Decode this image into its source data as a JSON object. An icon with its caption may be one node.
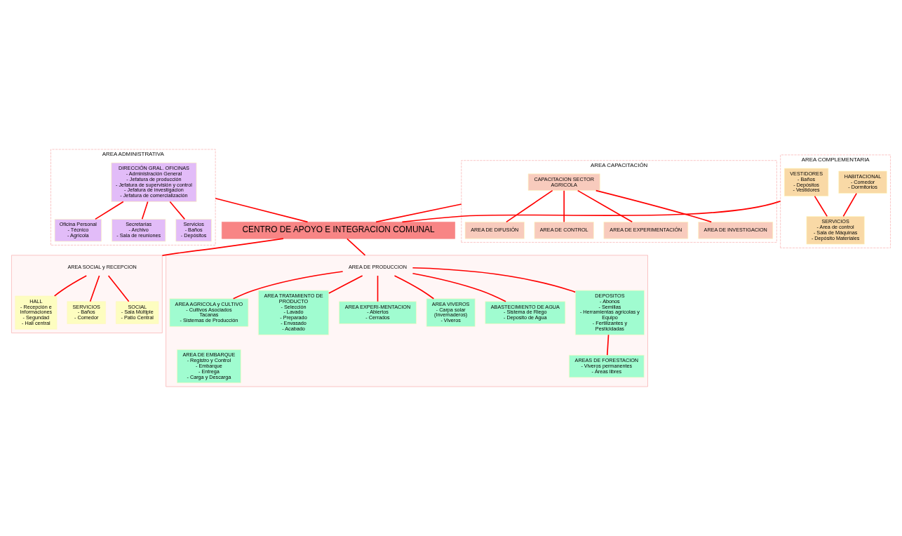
{
  "diagram": {
    "nodes": [
      {
        "text": [
          "AREA ADMINISTRATIVA"
        ]
      },
      {
        "text": [
          "DIRECCIÓN GRAL. OFICINAS",
          "- Administración General",
          "- Jefatura de producción",
          "- Jefatura de supervisión y control",
          "- Jefatura de investigacion",
          "- Jefatura de comercialización"
        ],
        "in": 0
      },
      {
        "text": [
          "Oficina Personal",
          "- Técnico",
          "- Agrícola"
        ],
        "in": 0
      },
      {
        "text": [
          "Secretarías",
          "- Archivo",
          "- Sala de reuniones"
        ],
        "in": 0
      },
      {
        "text": [
          "Servicios",
          "- Baños",
          "- Depósitos"
        ],
        "in": 0
      },
      {
        "text": [
          "AREA CAPACITACIÓN"
        ]
      },
      {
        "text": [
          "CAPACITACION SECTOR AGRICOLA"
        ],
        "in": 5
      },
      {
        "text": [
          "AREA DE EXPERIMENTACIÓN"
        ],
        "in": 5
      },
      {
        "text": [
          "AREA DE INVESTIGACION"
        ],
        "in": 5
      },
      {
        "text": [
          "AREA DE DIFUSIÓN"
        ],
        "in": 5
      },
      {
        "text": [
          "AREA DE CONTROL"
        ],
        "in": 5
      },
      {
        "text": [
          "AREA COMPLEMENTARIA"
        ]
      },
      {
        "text": [
          "VESTIDORES",
          "- Baños",
          "- Depósitos",
          "- Vestidores"
        ],
        "in": 11
      },
      {
        "text": [
          "HABITACIONAL",
          "- Comedor",
          "- Dormitorios"
        ],
        "in": 11
      },
      {
        "text": [
          "SERVICIOS",
          "- Area de control",
          "- Sala de Máquinas",
          "- Depósito Materiales"
        ],
        "in": 11
      },
      {
        "text": [
          "CENTRO DE APOYO E INTEGRACION COMUNAL"
        ]
      },
      {
        "text": [],
        "shape": "box"
      },
      {
        "text": [
          "AREA SOCIAL y RECEPCION"
        ],
        "in": 16
      },
      {
        "text": [
          "HALL",
          "- Recepción e Informaciones",
          "- Segundad",
          "- Hall central"
        ],
        "in": 16
      },
      {
        "text": [
          "SERVICIOS",
          "- Baños",
          "- Comedor"
        ],
        "in": 16
      },
      {
        "text": [
          "SOCIAL",
          "- Sala Múltiple",
          "- Patio Central"
        ],
        "in": 16
      },
      {
        "text": [],
        "shape": "box"
      },
      {
        "text": [
          "AREA DE PRODUCCION"
        ],
        "in": 21
      },
      {
        "text": [
          "AREA AGRICOLA y CULTIVO",
          "- Cultivos Asociados Tacanas",
          "- Sistemas de Producción"
        ],
        "in": 21
      },
      {
        "text": [
          "AREA TRATAMIENTO DE PRODUCTO",
          "- Selección",
          "- Lavado",
          "- Preparado",
          "- Envasado",
          "- Acabado"
        ],
        "in": 21
      },
      {
        "text": [
          "AREA EXPERI-MENTACION",
          "- Abiertos",
          "- Cerrados"
        ],
        "in": 21
      },
      {
        "text": [
          "AREA VIVEROS",
          "- Carpa solar (Invernaderos)",
          "- Viveros"
        ],
        "in": 21
      },
      {
        "text": [
          "ABASTECIMIENTO DE AGUA",
          "- Sistema de Riego",
          "- Deposito de Agua"
        ],
        "in": 21
      },
      {
        "text": [
          "DEPOSITOS",
          "- Abonos",
          "- Semillas",
          "- Herramientas agrícolas y Equipo",
          "- Fertilizantes y Pesticidadas"
        ],
        "in": 21
      },
      {
        "text": [
          "AREA DE EMBARQUE",
          "- Registro y Control",
          "- Embarque",
          "- Entrega",
          "- Carga y Descarga"
        ],
        "in": 21
      },
      {
        "text": [
          "AREAS DE FORESTACION",
          "- Viveros permanentes",
          "- Áreas libres"
        ],
        "in": 21
      }
    ],
    "edges": [
      {
        "from": 1,
        "to": 2,
        "arrow": "none"
      },
      {
        "from": 1,
        "to": 3,
        "arrow": "none"
      },
      {
        "from": 1,
        "to": 4,
        "arrow": "none"
      },
      {
        "from": 6,
        "to": 7,
        "arrow": "none"
      },
      {
        "from": 6,
        "to": 8,
        "arrow": "none"
      },
      {
        "from": 6,
        "to": 9,
        "arrow": "none"
      },
      {
        "from": 6,
        "to": 10,
        "arrow": "none"
      },
      {
        "from": 12,
        "to": 14,
        "arrow": "none"
      },
      {
        "from": 13,
        "to": 14,
        "arrow": "none"
      },
      {
        "from": 0,
        "to": 15,
        "arrow": "none"
      },
      {
        "from": 5,
        "to": 15,
        "arrow": "none"
      },
      {
        "from": 11,
        "to": 15,
        "arrow": "none"
      },
      {
        "from": 15,
        "to": 16,
        "arrow": "none"
      },
      {
        "from": 15,
        "to": 21,
        "arrow": "none"
      },
      {
        "from": 17,
        "to": 18,
        "arrow": "none"
      },
      {
        "from": 17,
        "to": 19,
        "arrow": "none"
      },
      {
        "from": 17,
        "to": 20,
        "arrow": "none"
      },
      {
        "from": 22,
        "to": 23,
        "arrow": "none"
      },
      {
        "from": 22,
        "to": 24,
        "arrow": "none"
      },
      {
        "from": 22,
        "to": 25,
        "arrow": "none"
      },
      {
        "from": 22,
        "to": 26,
        "arrow": "none"
      },
      {
        "from": 22,
        "to": 27,
        "arrow": "none"
      },
      {
        "from": 22,
        "to": 28,
        "arrow": "none"
      },
      {
        "from": 28,
        "to": 30,
        "arrow": "none"
      }
    ]
  }
}
